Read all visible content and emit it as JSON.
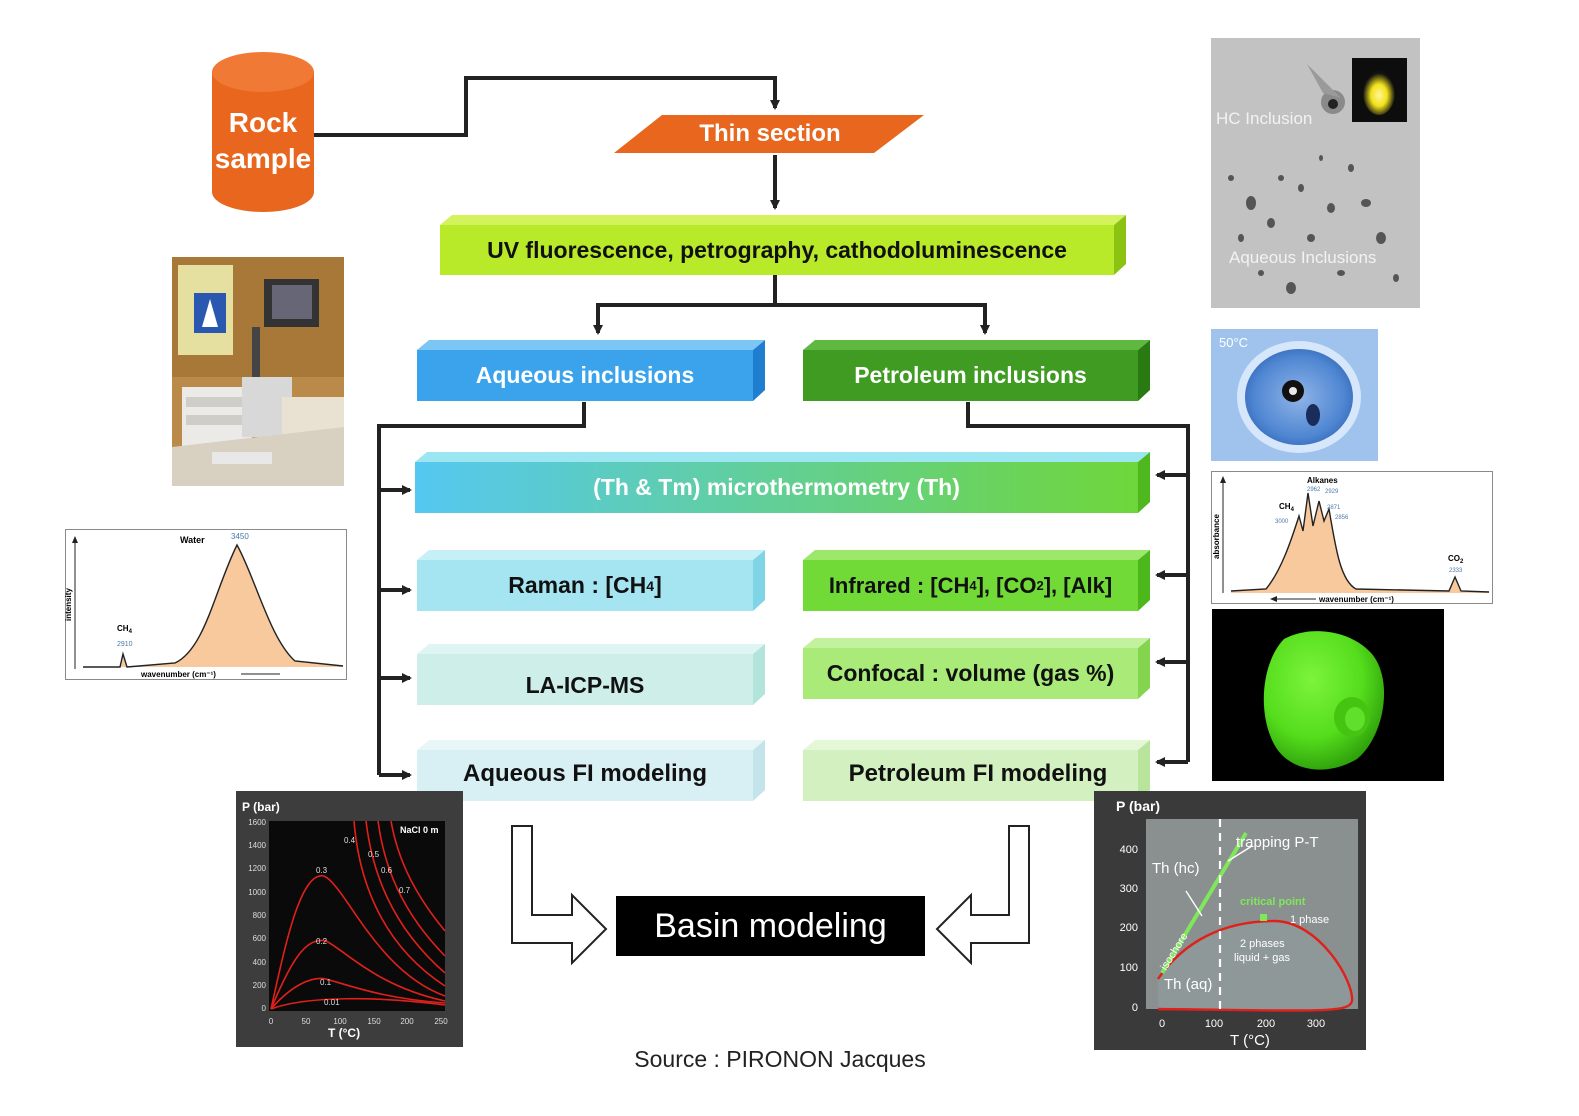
{
  "flow": {
    "rock_sample": [
      "Rock",
      "sample"
    ],
    "thin_section": "Thin section",
    "uv": "UV fluorescence, petrography, cathodoluminescence",
    "aqueous": "Aqueous inclusions",
    "petroleum": "Petroleum inclusions",
    "microthermometry": "(Th & Tm) microthermometry (Th)",
    "raman": {
      "text": "Raman : [CH",
      "sub": "4",
      "end": "]"
    },
    "infrared": {
      "a": "Infrared : [CH",
      "sub1": "4",
      "b": "], [CO",
      "sub2": "2",
      "c": "], [Alk]"
    },
    "laicpms": "LA-ICP-MS",
    "confocal": "Confocal : volume (gas %)",
    "aq_model": "Aqueous FI modeling",
    "pet_model": "Petroleum FI modeling",
    "basin": "Basin modeling"
  },
  "photo_labels": {
    "hc_inclusion": "HC Inclusion",
    "aqueous_inclusions": "Aqueous Inclusions",
    "temp": "50°C"
  },
  "water_spectrum": {
    "peak_label": "Water",
    "peak_value": "3450",
    "ch4_label": "CH",
    "ch4_sub": "4",
    "ch4_value": "2910",
    "ylabel": "intensity",
    "xlabel": "wavenumber (cm⁻¹)"
  },
  "alkane_spectrum": {
    "alkanes_label": "Alkanes",
    "peaks": [
      "2962",
      "2929",
      "2871",
      "2856"
    ],
    "ch4_label": "CH",
    "ch4_sub": "4",
    "ch4_value": "3000",
    "co2_label": "CO",
    "co2_sub": "2",
    "co2_value": "2333",
    "ylabel": "absorbance",
    "xlabel": "wavenumber (cm⁻¹)"
  },
  "isochore_chart": {
    "ylabel": "P (bar)",
    "xlabel": "T (°C)",
    "legend": "NaCl 0 m",
    "yticks": [
      "1600",
      "1400",
      "1200",
      "1000",
      "800",
      "600",
      "400",
      "200",
      "0"
    ],
    "xticks": [
      "0",
      "50",
      "100",
      "150",
      "200",
      "250"
    ],
    "curve_labels": [
      "0.4",
      "0.5",
      "0.6",
      "0.7",
      "0.3",
      "0.2",
      "0.1",
      "0.01"
    ]
  },
  "pt_chart": {
    "ylabel": "P (bar)",
    "xlabel": "T (°C)",
    "yticks": [
      "400",
      "300",
      "200",
      "100",
      "0"
    ],
    "xticks": [
      "0",
      "100",
      "200",
      "300"
    ],
    "trapping": "trapping P-T",
    "th_hc": "Th (hc)",
    "isochore": "isochore",
    "critical_point": "critical point",
    "one_phase": "1 phase",
    "two_phases": [
      "2 phases",
      "liquid + gas"
    ],
    "th_aq": "Th (aq)"
  },
  "source": "Source : PIRONON Jacques",
  "colors": {
    "orange": "#e8661e",
    "lime": "#b8ea2a",
    "blue": "#3aa3ec",
    "green": "#3f9b22",
    "cyan_green": "#63d8ee"
  }
}
